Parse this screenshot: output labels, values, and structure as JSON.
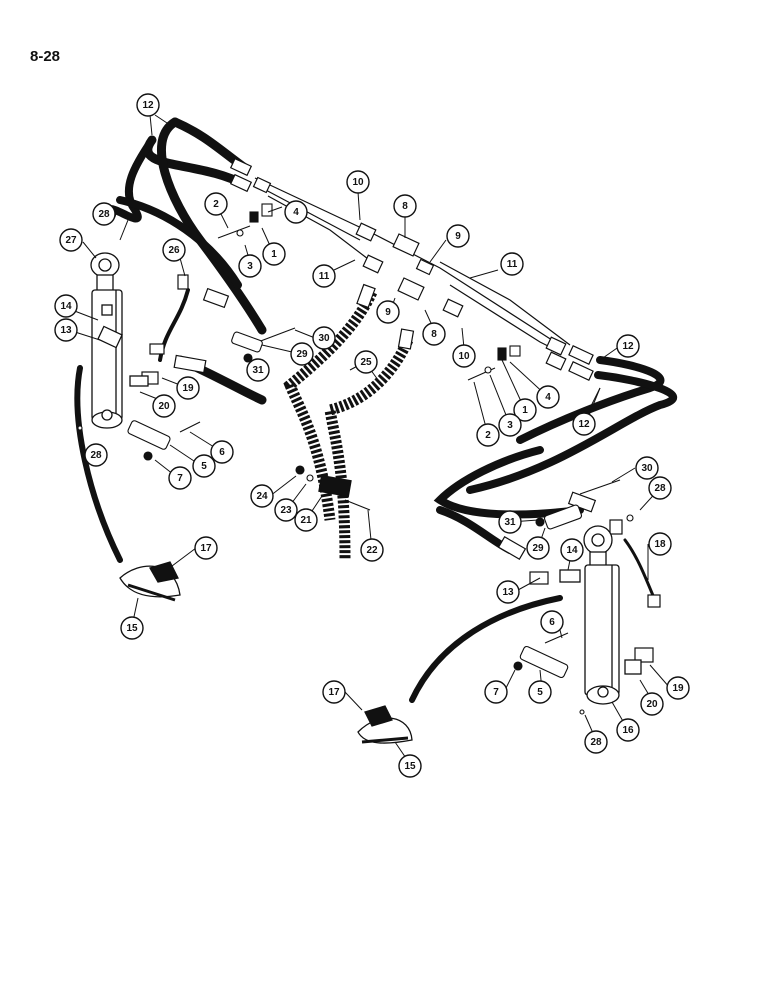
{
  "page_number": "8-28",
  "callouts": [
    {
      "id": "c12a",
      "label": "12"
    },
    {
      "id": "c10a",
      "label": "10"
    },
    {
      "id": "c8a",
      "label": "8"
    },
    {
      "id": "c9a",
      "label": "9"
    },
    {
      "id": "c11a",
      "label": "11"
    },
    {
      "id": "c11b",
      "label": "11"
    },
    {
      "id": "c28a",
      "label": "28"
    },
    {
      "id": "c2a",
      "label": "2"
    },
    {
      "id": "c4a",
      "label": "4"
    },
    {
      "id": "c3a",
      "label": "3"
    },
    {
      "id": "c1a",
      "label": "1"
    },
    {
      "id": "c27",
      "label": "27"
    },
    {
      "id": "c26",
      "label": "26"
    },
    {
      "id": "c14a",
      "label": "14"
    },
    {
      "id": "c13a",
      "label": "13"
    },
    {
      "id": "c30a",
      "label": "30"
    },
    {
      "id": "c29a",
      "label": "29"
    },
    {
      "id": "c31a",
      "label": "31"
    },
    {
      "id": "c9b",
      "label": "9"
    },
    {
      "id": "c8b",
      "label": "8"
    },
    {
      "id": "c10b",
      "label": "10"
    },
    {
      "id": "c12b",
      "label": "12"
    },
    {
      "id": "c25",
      "label": "25"
    },
    {
      "id": "c19a",
      "label": "19"
    },
    {
      "id": "c20a",
      "label": "20"
    },
    {
      "id": "c6a",
      "label": "6"
    },
    {
      "id": "c5a",
      "label": "5"
    },
    {
      "id": "c7a",
      "label": "7"
    },
    {
      "id": "c28b",
      "label": "28"
    },
    {
      "id": "c4b",
      "label": "4"
    },
    {
      "id": "c1b",
      "label": "1"
    },
    {
      "id": "c3b",
      "label": "3"
    },
    {
      "id": "c2b",
      "label": "2"
    },
    {
      "id": "c12c",
      "label": "12"
    },
    {
      "id": "c24",
      "label": "24"
    },
    {
      "id": "c23",
      "label": "23"
    },
    {
      "id": "c21",
      "label": "21"
    },
    {
      "id": "c22",
      "label": "22"
    },
    {
      "id": "c30b",
      "label": "30"
    },
    {
      "id": "c28c",
      "label": "28"
    },
    {
      "id": "c31b",
      "label": "31"
    },
    {
      "id": "c29b",
      "label": "29"
    },
    {
      "id": "c18",
      "label": "18"
    },
    {
      "id": "c14b",
      "label": "14"
    },
    {
      "id": "c13b",
      "label": "13"
    },
    {
      "id": "c17a",
      "label": "17"
    },
    {
      "id": "c15a",
      "label": "15"
    },
    {
      "id": "c6b",
      "label": "6"
    },
    {
      "id": "c7b",
      "label": "7"
    },
    {
      "id": "c5b",
      "label": "5"
    },
    {
      "id": "c19b",
      "label": "19"
    },
    {
      "id": "c20b",
      "label": "20"
    },
    {
      "id": "c16",
      "label": "16"
    },
    {
      "id": "c28d",
      "label": "28"
    },
    {
      "id": "c17b",
      "label": "17"
    },
    {
      "id": "c15b",
      "label": "15"
    }
  ]
}
